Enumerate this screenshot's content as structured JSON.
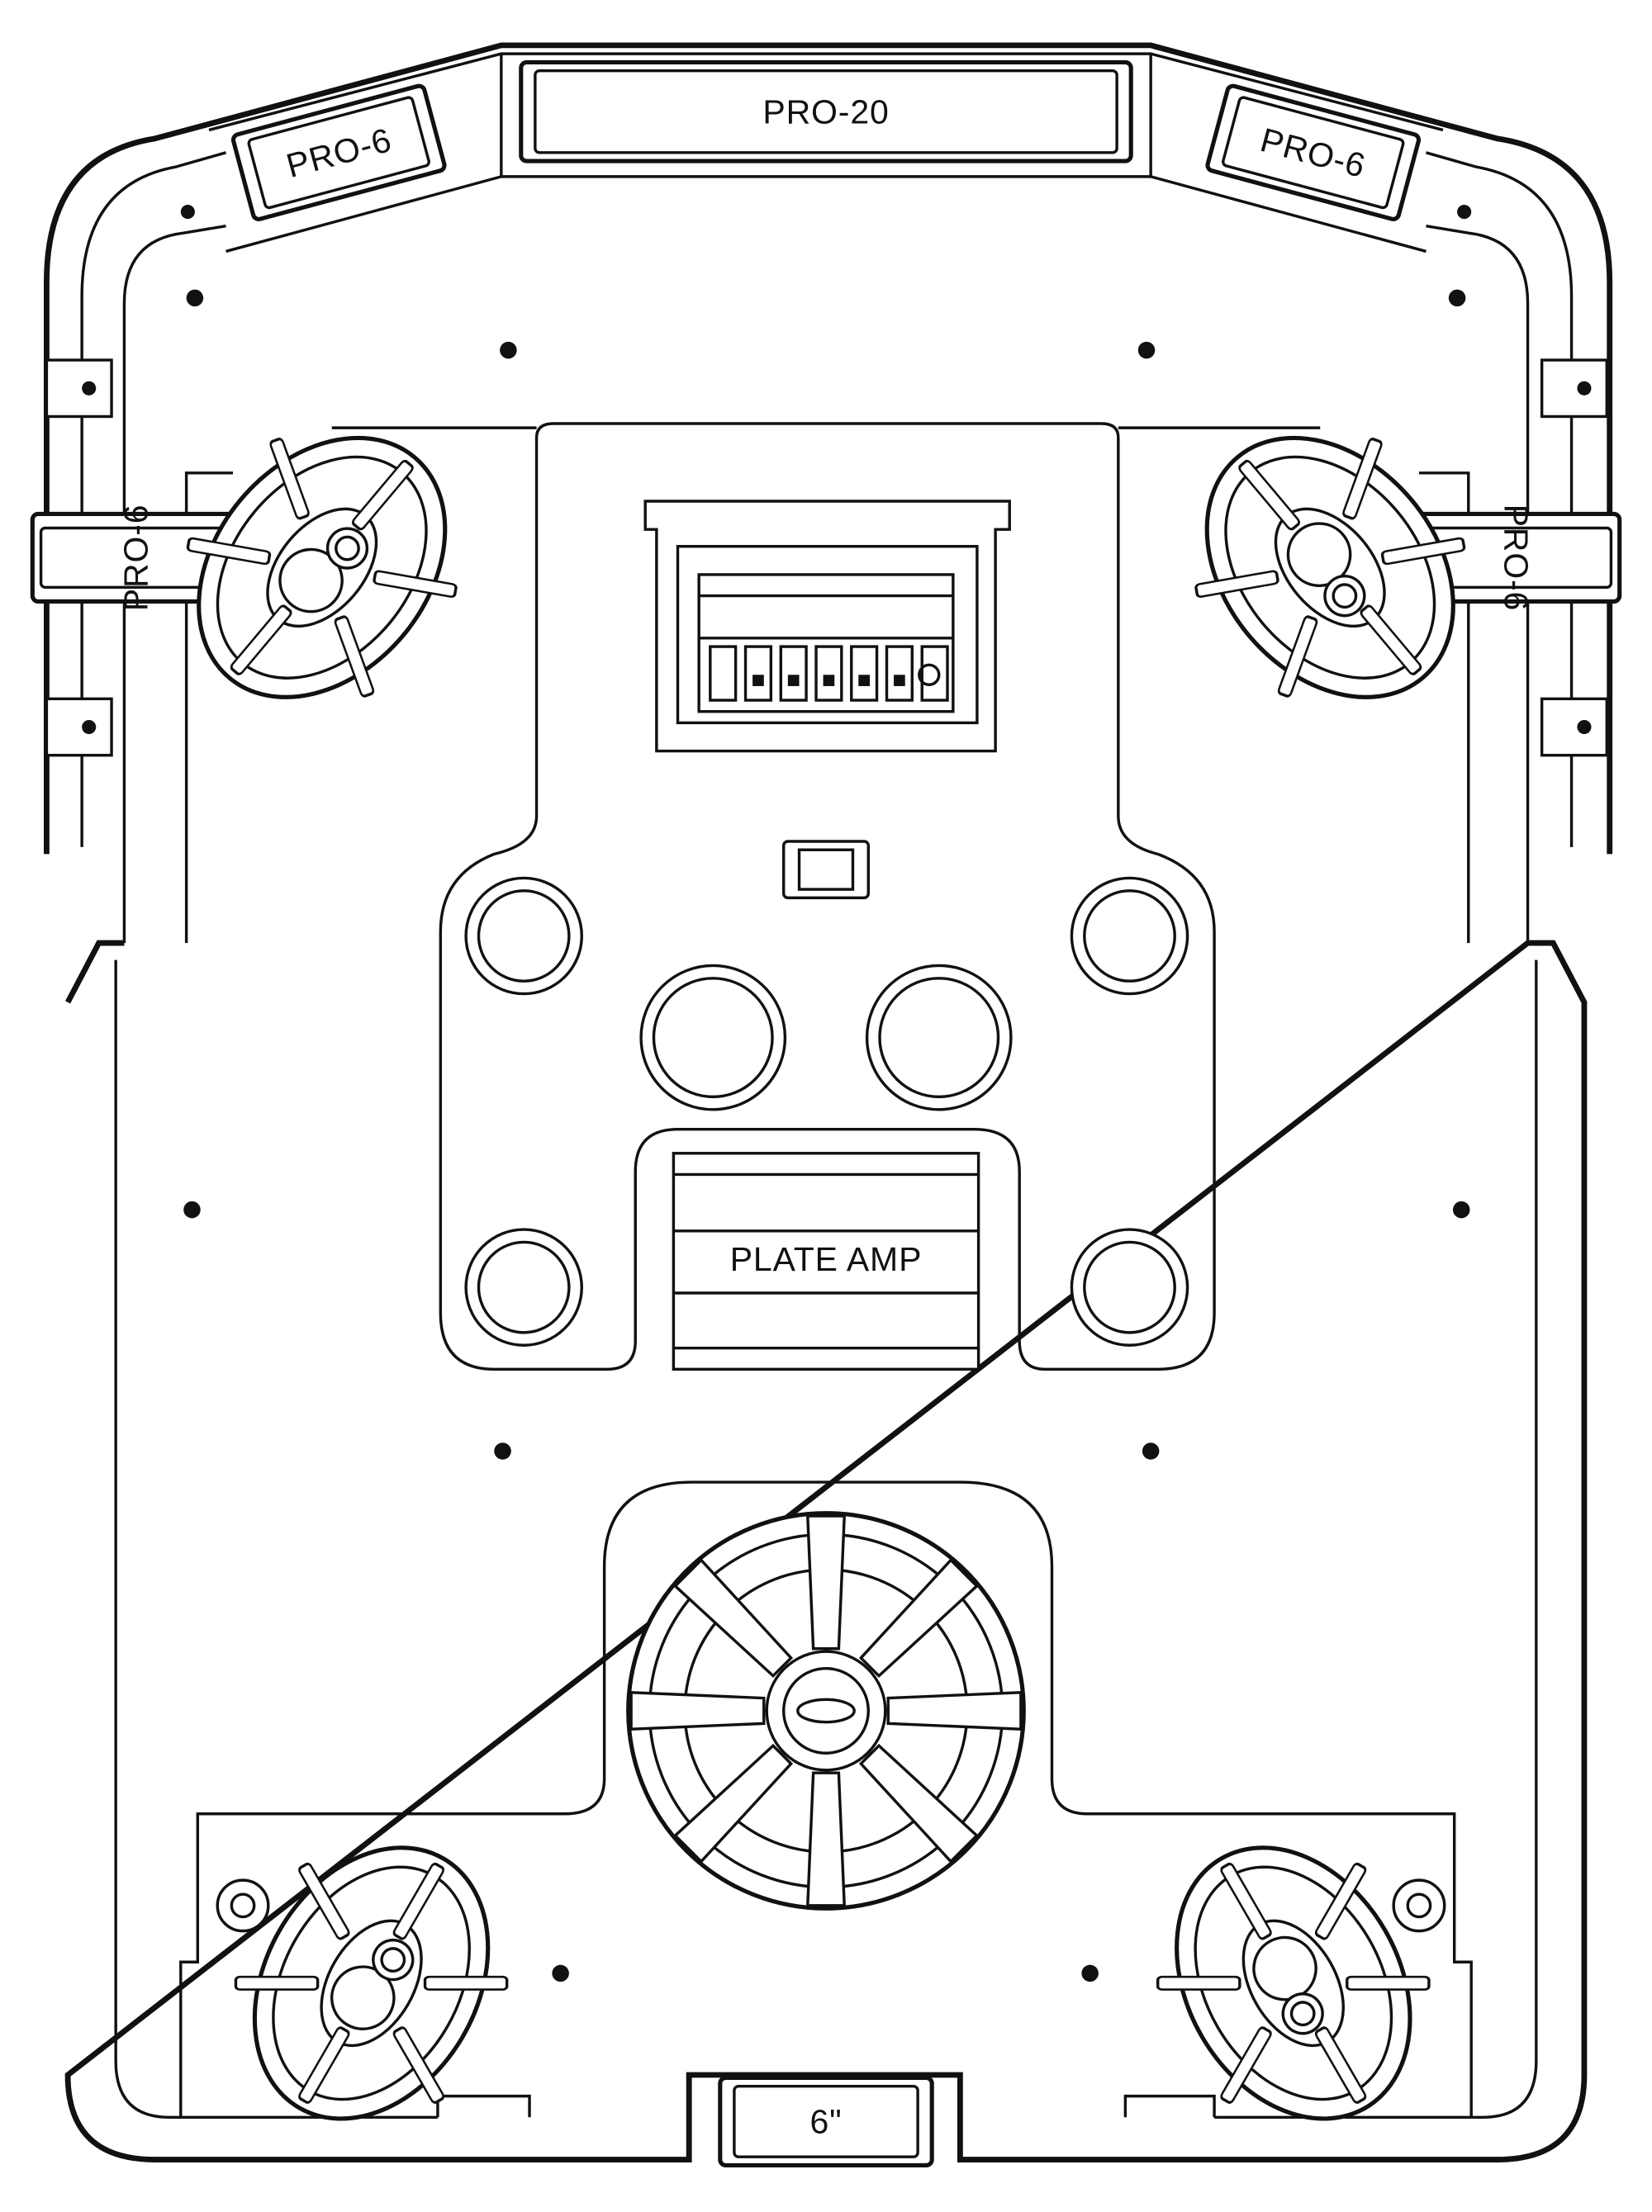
{
  "diagram": {
    "title": "Roof speaker layout",
    "labels": {
      "top_center": "PRO-20",
      "top_left": "PRO-6",
      "top_right": "PRO-6",
      "side_left": "PRO-6",
      "side_right": "PRO-6",
      "amp": "PLATE AMP",
      "bottom": "6\""
    },
    "stroke_color": "#111111",
    "background_color": "#ffffff"
  }
}
